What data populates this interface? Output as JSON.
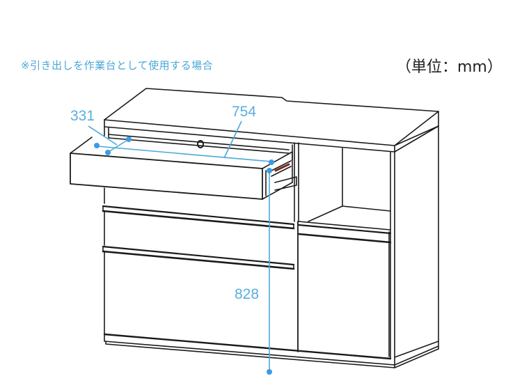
{
  "header": {
    "note": "※引き出しを作業台として使用する場合",
    "unit_label": "（単位：mm）"
  },
  "dimensions": {
    "drawer_depth": "331",
    "drawer_width": "754",
    "working_height": "828"
  },
  "colors": {
    "dimension_accent": "#4aa8d8",
    "dimension_dot": "#3b9be6",
    "line_art": "#1a1a1a",
    "background": "#ffffff"
  }
}
